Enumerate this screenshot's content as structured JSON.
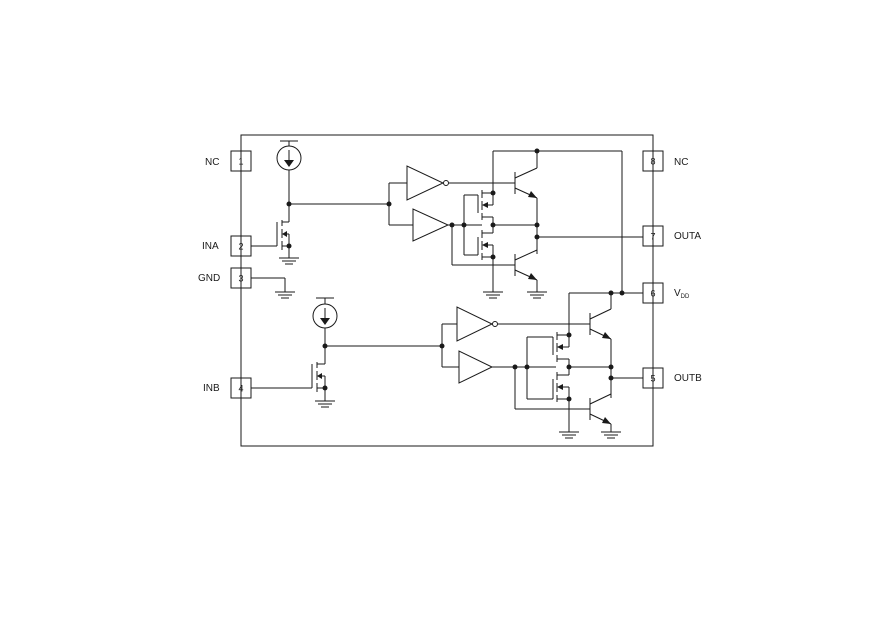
{
  "pins": [
    {
      "number": "1",
      "label": "NC"
    },
    {
      "number": "2",
      "label": "INA"
    },
    {
      "number": "3",
      "label": "GND"
    },
    {
      "number": "4",
      "label": "INB"
    },
    {
      "number": "5",
      "label": "OUTB"
    },
    {
      "number": "6",
      "label_main": "V",
      "label_sub": "DD"
    },
    {
      "number": "7",
      "label": "OUTA"
    },
    {
      "number": "8",
      "label": "NC"
    }
  ],
  "colors": {
    "line": "#1a1a1a",
    "background": "#ffffff"
  }
}
